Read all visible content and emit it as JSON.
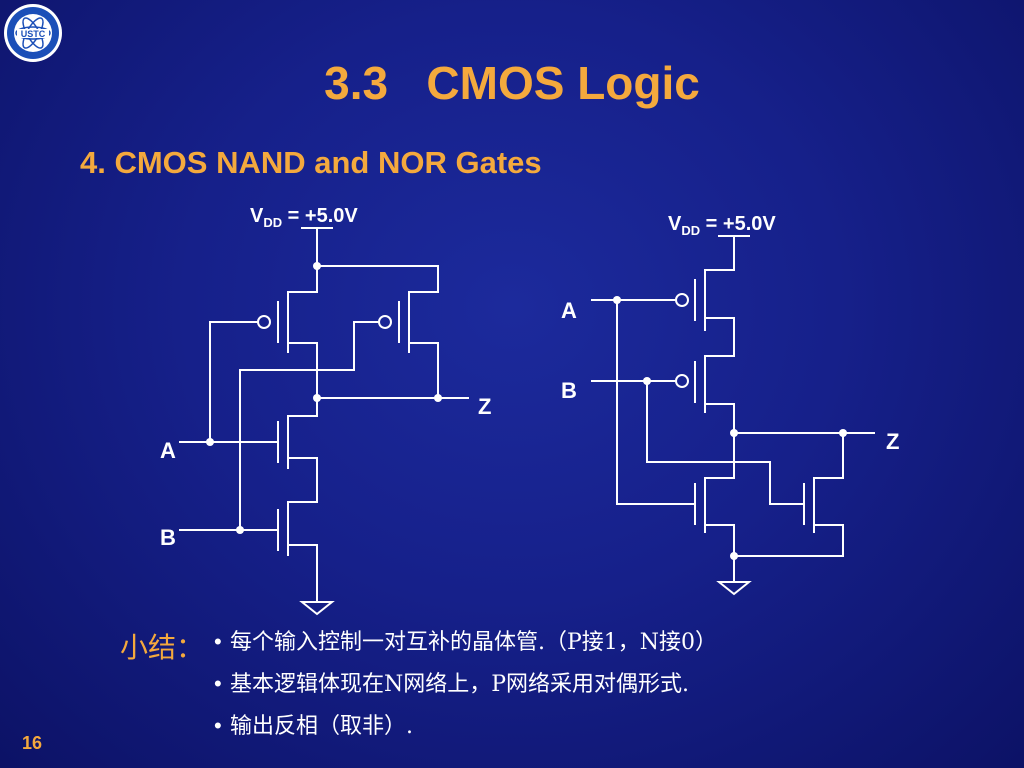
{
  "slide": {
    "title": "3.3   CMOS Logic",
    "subtitle": "4. CMOS NAND and NOR Gates",
    "page_number": "16",
    "logo": {
      "icon": "university-seal-icon",
      "text": "USTC"
    }
  },
  "nand": {
    "vdd_main": "V",
    "vdd_sub": "DD",
    "vdd_value": " = +5.0V",
    "input_a": "A",
    "input_b": "B",
    "output": "Z"
  },
  "nor": {
    "vdd_main": "V",
    "vdd_sub": "DD",
    "vdd_value": " = +5.0V",
    "input_a": "A",
    "input_b": "B",
    "output": "Z"
  },
  "summary": {
    "label": "小结：",
    "items": [
      "每个输入控制一对互补的晶体管.（P接1，N接0）",
      "基本逻辑体现在N网络上，P网络采用对偶形式.",
      "输出反相（取非）."
    ]
  },
  "colors": {
    "accent": "#f4a93d",
    "wire": "#ffffff",
    "background": "#16208a"
  }
}
